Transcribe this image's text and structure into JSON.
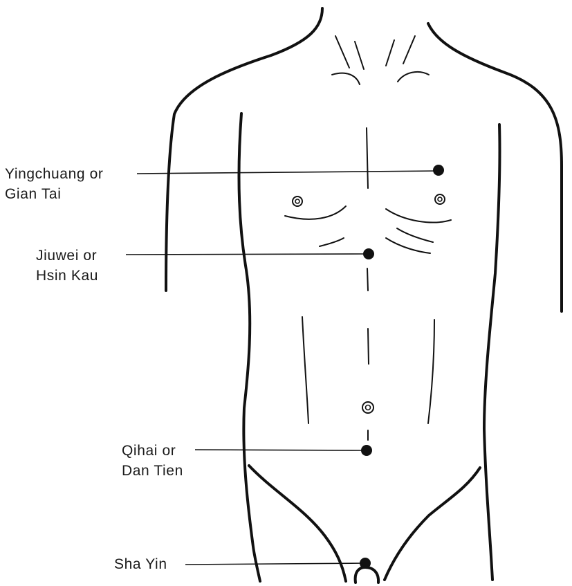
{
  "points": [
    {
      "id": "yingchuang",
      "line1": "Yingchuang or",
      "line2": "Gian Tai"
    },
    {
      "id": "jiuwei",
      "line1": "Jiuwei or",
      "line2": "Hsin Kau"
    },
    {
      "id": "qihai",
      "line1": "Qihai or",
      "line2": "Dan Tien"
    },
    {
      "id": "sha-yin",
      "line1": "Sha Yin",
      "line2": ""
    }
  ],
  "colors": {
    "ink": "#111111",
    "background": "#ffffff"
  }
}
